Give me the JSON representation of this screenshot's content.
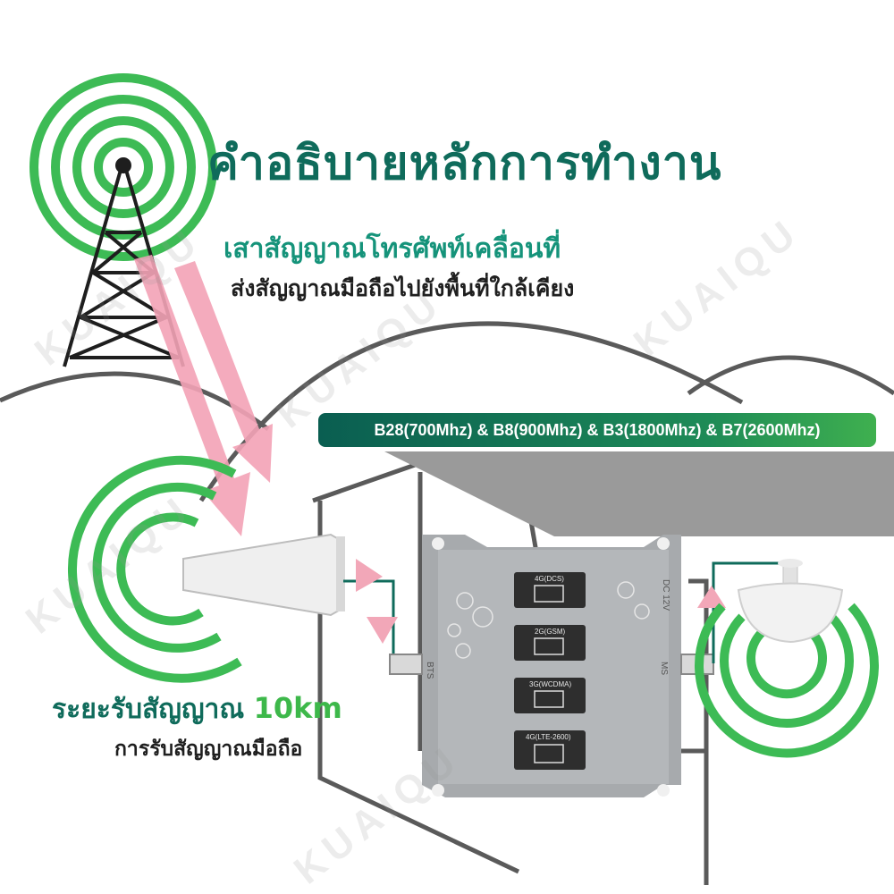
{
  "title": "คำอธิบายหลักการทำงาน",
  "tower_caption": {
    "line1": "เสาสัญญาณโทรศัพท์เคลื่อนที่",
    "line2": "ส่งสัญญาณมือถือไปยังพื้นที่ใกล้เคียง"
  },
  "range_caption": {
    "prefix": "ระยะรับสัญญาณ",
    "distance": "10km",
    "line2": "การรับสัญญาณมือถือ"
  },
  "band_banner": "B28(700Mhz) & B8(900Mhz) & B3(1800Mhz) & B7(2600Mhz)",
  "booster": {
    "modules": [
      "4G(DCS)",
      "2G(GSM)",
      "3G(WCDMA)",
      "4G(LTE-2600)"
    ],
    "port_left": "BTS",
    "port_right": "MS",
    "power_label": "DC 12V"
  },
  "watermark": "KUAIQU",
  "colors": {
    "signal_green": "#3dbb55",
    "title_teal": "#0f6b5b",
    "arrow_pink": "#f3a3b6",
    "house_outline": "#5a5a5a",
    "roof_gray": "#9a9a9a"
  },
  "icons": [
    "cell-tower-icon",
    "signal-wave-icon",
    "yagi-antenna-icon",
    "ceiling-antenna-icon",
    "signal-booster-device"
  ]
}
